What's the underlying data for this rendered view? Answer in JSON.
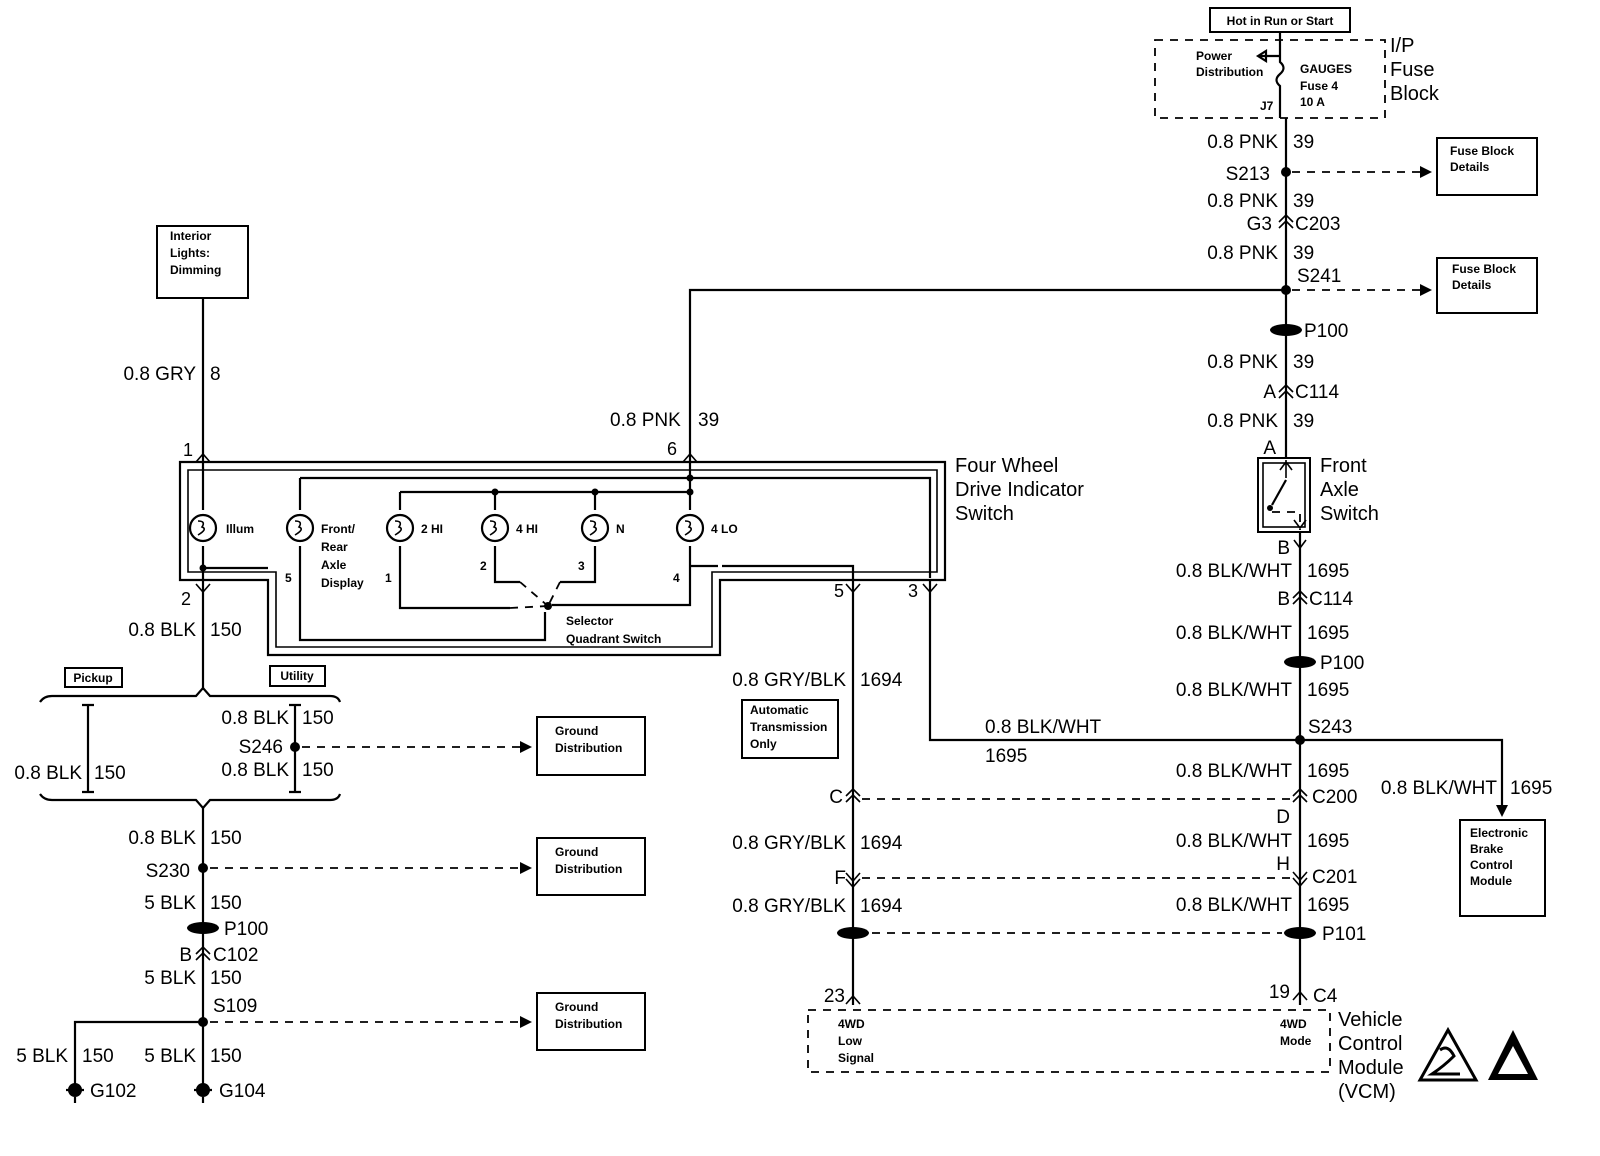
{
  "header": {
    "hot_in_run_or_start": "Hot in Run or Start"
  },
  "fuse_block": {
    "power_line1": "Power",
    "power_line2": "Distribution",
    "fuse_name": "GAUGES",
    "fuse_number": "Fuse 4",
    "fuse_rating": "10 A",
    "terminal": "J7",
    "title": [
      "I/P",
      "Fuse",
      "Block"
    ]
  },
  "reference_boxes": {
    "fuse_block_details_1": [
      "Fuse Block",
      "Details"
    ],
    "fuse_block_details_2": [
      "Fuse Block",
      "Details"
    ],
    "ground_distribution_1": [
      "Ground",
      "Distribution"
    ],
    "ground_distribution_2": [
      "Ground",
      "Distribution"
    ],
    "ground_distribution_3": [
      "Ground",
      "Distribution"
    ],
    "interior_lights": [
      "Interior",
      "Lights:",
      "Dimming"
    ],
    "automatic_transmission": [
      "Automatic",
      "Transmission",
      "Only"
    ],
    "ebcm": [
      "Electronic",
      "Brake",
      "Control",
      "Module"
    ]
  },
  "splices": {
    "s213": "S213",
    "s241": "S241",
    "s243": "S243",
    "s246": "S246",
    "s230": "S230",
    "s109": "S109"
  },
  "pass_throughs": {
    "p100_top": "P100",
    "p100_mid": "P100",
    "p100_left": "P100",
    "p101": "P101"
  },
  "connectors": {
    "g3": "G3",
    "c203": "C203",
    "a_c114": "A",
    "c114_top": "C114",
    "a_switch": "A",
    "b_switch": "B",
    "b_c114": "B",
    "c114_bottom": "C114",
    "c_c200": "C",
    "c200": "C200",
    "d_c200": "D",
    "h_c201": "H",
    "c201": "C201",
    "f_c201": "F",
    "pin19": "19",
    "c4": "C4",
    "pin23": "23",
    "b_c102": "B",
    "c102": "C102"
  },
  "wires": {
    "right_upper": [
      {
        "wire": "0.8 PNK",
        "circuit": "39"
      },
      {
        "wire": "0.8 PNK",
        "circuit": "39"
      },
      {
        "wire": "0.8 PNK",
        "circuit": "39"
      },
      {
        "wire": "0.8 PNK",
        "circuit": "39"
      },
      {
        "wire": "0.8 PNK",
        "circuit": "39"
      }
    ],
    "right_lower": [
      {
        "wire": "0.8 BLK/WHT",
        "circuit": "1695"
      },
      {
        "wire": "0.8 BLK/WHT",
        "circuit": "1695"
      },
      {
        "wire": "0.8 BLK/WHT",
        "circuit": "1695"
      },
      {
        "wire": "0.8 BLK/WHT",
        "circuit": "1695"
      },
      {
        "wire": "0.8 BLK/WHT",
        "circuit": "1695"
      },
      {
        "wire": "0.8 BLK/WHT",
        "circuit": "1695"
      }
    ],
    "ebcm_branch": {
      "wire": "0.8 BLK/WHT",
      "circuit": "1695"
    },
    "switch_pin3": {
      "wire": "0.8 BLK/WHT",
      "circuit": "1695"
    },
    "switch_pin6": {
      "wire": "0.8 PNK",
      "circuit": "39"
    },
    "middle": [
      {
        "wire": "0.8 GRY/BLK",
        "circuit": "1694"
      },
      {
        "wire": "0.8 GRY/BLK",
        "circuit": "1694"
      },
      {
        "wire": "0.8 GRY/BLK",
        "circuit": "1694"
      }
    ],
    "left_main": [
      {
        "wire": "0.8 GRY",
        "circuit": "8"
      },
      {
        "wire": "0.8 BLK",
        "circuit": "150"
      },
      {
        "wire": "0.8 BLK",
        "circuit": "150"
      },
      {
        "wire": "5 BLK",
        "circuit": "150"
      },
      {
        "wire": "5 BLK",
        "circuit": "150"
      },
      {
        "wire": "5 BLK",
        "circuit": "150"
      }
    ],
    "utility": [
      {
        "wire": "0.8 BLK",
        "circuit": "150"
      },
      {
        "wire": "0.8 BLK",
        "circuit": "150"
      }
    ],
    "pickup": {
      "wire": "0.8 BLK",
      "circuit": "150"
    },
    "g102_branch": {
      "wire": "5 BLK",
      "circuit": "150"
    }
  },
  "four_wheel_drive_switch": {
    "title": [
      "Four Wheel",
      "Drive Indicator",
      "Switch"
    ],
    "pins": {
      "p1": "1",
      "p2": "2",
      "p3": "3",
      "p5": "5",
      "p6": "6"
    },
    "lamps": {
      "illum": "Illum",
      "front_rear": [
        "Front/",
        "Rear",
        "Axle",
        "Display"
      ],
      "two_hi": "2 HI",
      "four_hi": "4 HI",
      "n": "N",
      "four_lo": "4 LO"
    },
    "internal_pins": [
      "5",
      "1",
      "2",
      "3",
      "4"
    ],
    "selector": [
      "Selector",
      "Quadrant Switch"
    ]
  },
  "front_axle_switch": {
    "title": [
      "Front",
      "Axle",
      "Switch"
    ]
  },
  "vehicle_variants": {
    "pickup": "Pickup",
    "utility": "Utility"
  },
  "grounds": {
    "g102": "G102",
    "g104": "G104"
  },
  "vcm": {
    "title": [
      "Vehicle",
      "Control",
      "Module",
      "(VCM)"
    ],
    "low_signal": [
      "4WD",
      "Low",
      "Signal"
    ],
    "mode": [
      "4WD",
      "Mode"
    ]
  }
}
